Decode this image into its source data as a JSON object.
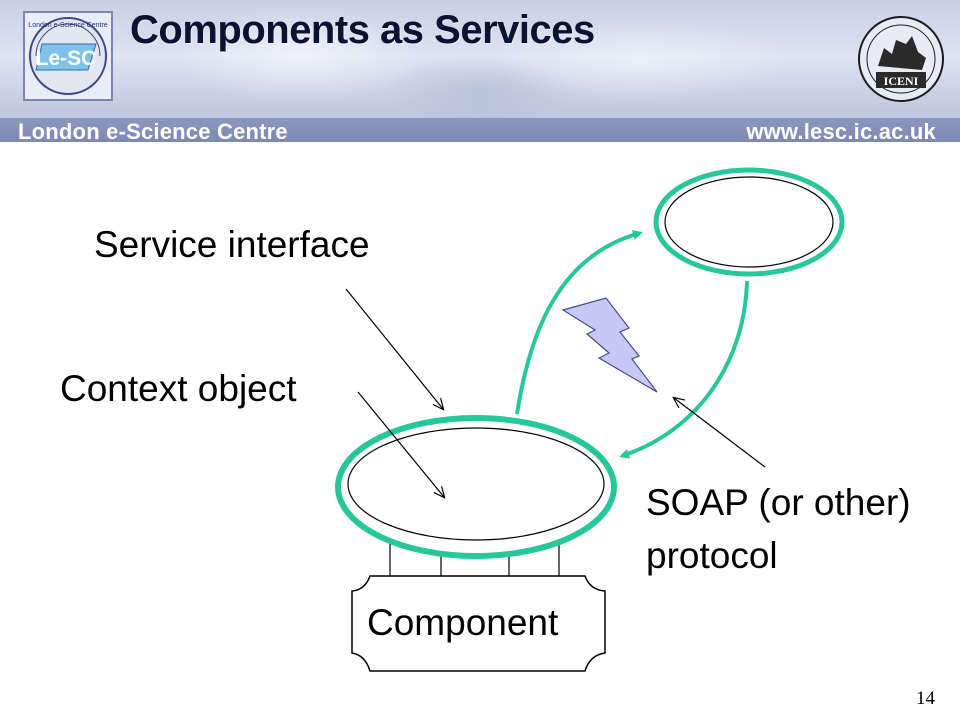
{
  "header": {
    "title": "Components as Services",
    "bar_left": "London e-Science Centre",
    "bar_right": "www.lesc.ic.ac.uk",
    "logo_left_text": "Le-SC",
    "logo_left_ring": "London e-Science Centre",
    "logo_right_text": "ICENI"
  },
  "diagram": {
    "service_interface_label": "Service interface",
    "context_object_label": "Context object",
    "protocol_label_line1": "SOAP (or other)",
    "protocol_label_line2": "protocol",
    "component_label": "Component"
  },
  "footer": {
    "page_number": "14"
  },
  "colors": {
    "connector_green": "#26c79a",
    "lightning_fill": "#c8c8f4",
    "header_bar": "#7d89b4"
  }
}
